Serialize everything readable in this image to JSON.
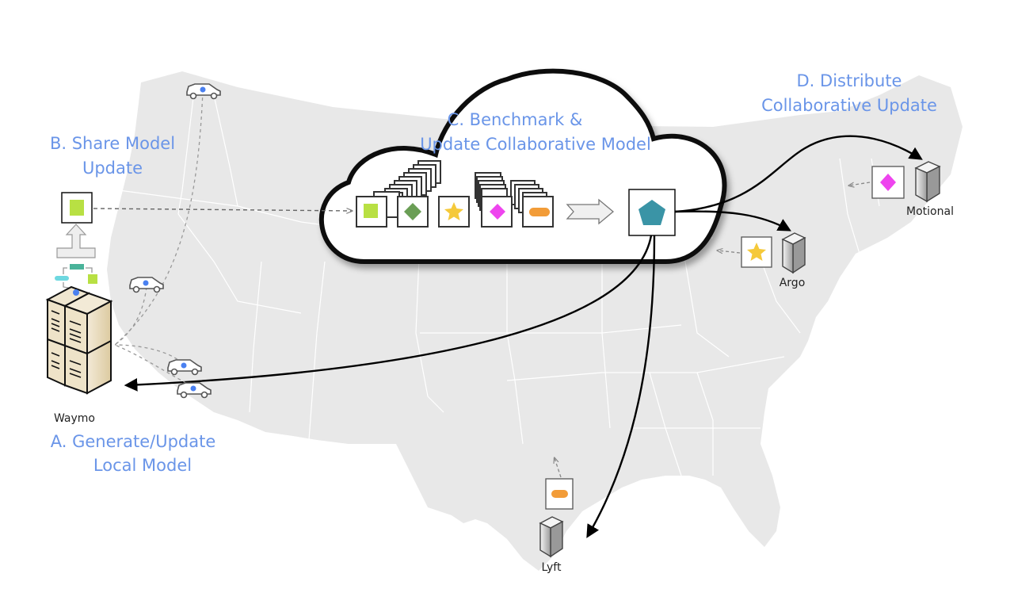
{
  "steps": {
    "a": {
      "line1": "A. Generate/Update",
      "line2": "Local Model"
    },
    "b": {
      "line1": "B. Share Model",
      "line2": "Update"
    },
    "c": {
      "line1": "C. Benchmark &",
      "line2": "Update Collaborative Model"
    },
    "d": {
      "line1": "D. Distribute",
      "line2": "Collaborative Update"
    }
  },
  "participants": [
    {
      "name": "Waymo",
      "model_shape": "square-icon",
      "color": "#b8e043"
    },
    {
      "name": "Argo",
      "model_shape": "star-icon",
      "color": "#f5c93a"
    },
    {
      "name": "Motional",
      "model_shape": "diamond-icon",
      "color": "#ee44ee"
    },
    {
      "name": "Lyft",
      "model_shape": "pill-icon",
      "color": "#f29c38"
    }
  ],
  "cloud_models": [
    {
      "shape": "square-icon",
      "color": "#b8e043"
    },
    {
      "shape": "diamond-icon",
      "color": "#6a9e55"
    },
    {
      "shape": "star-icon",
      "color": "#f5c93a"
    },
    {
      "shape": "diamond-icon",
      "color": "#ee44ee"
    },
    {
      "shape": "pill-icon",
      "color": "#f29c38"
    }
  ],
  "collaborative_model": {
    "shape": "pentagon-icon",
    "color": "#3a94a6"
  },
  "colors": {
    "label": "#6a95e8",
    "map": "#e8e8e8",
    "car_dot": "#4a80f0"
  }
}
